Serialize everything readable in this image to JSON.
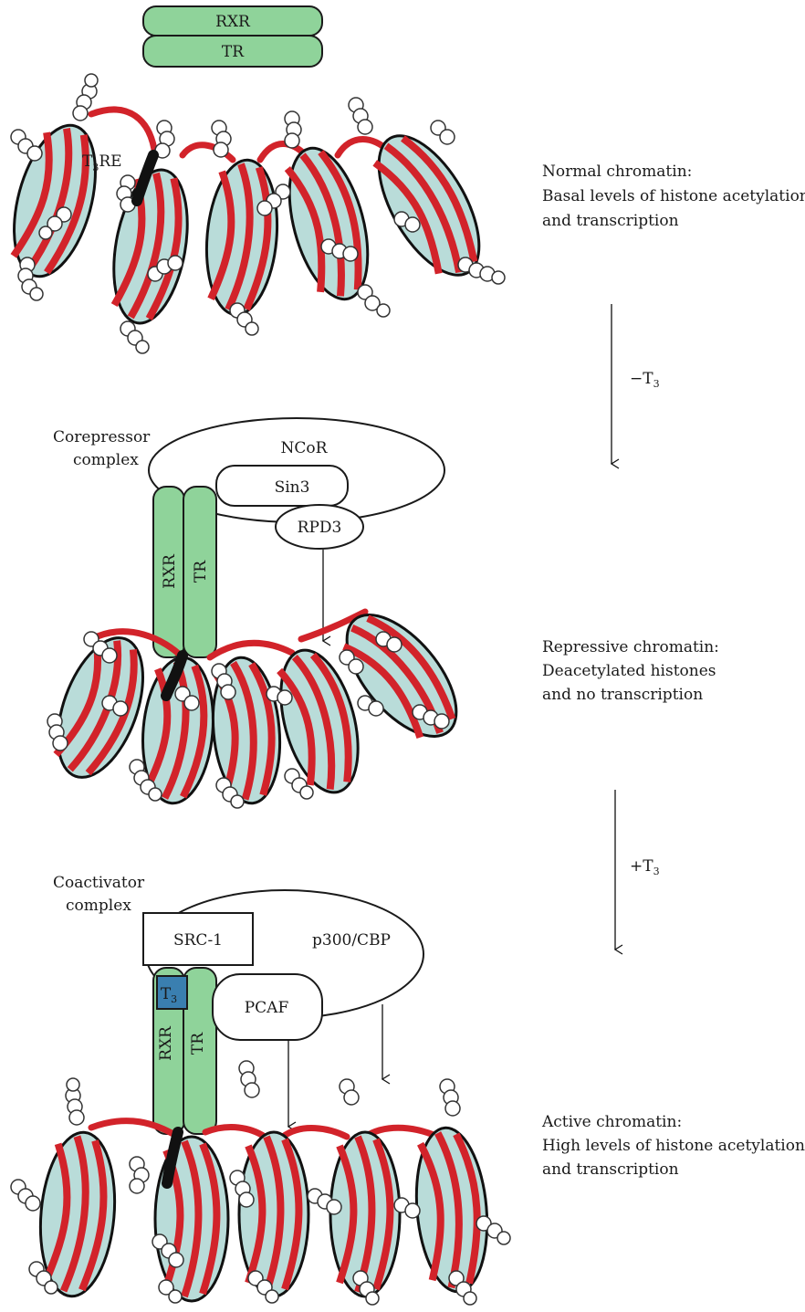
{
  "panel_normal": {
    "receptor_top": "RXR",
    "receptor_bottom": "TR",
    "element_label": "T",
    "element_sub": "3",
    "element_rest": "RE",
    "caption": [
      "Normal chromatin:",
      "Basal levels of histone acetylation",
      "and transcription"
    ]
  },
  "transition_minus": {
    "sign": "−T",
    "sub": "3"
  },
  "panel_repressive": {
    "complex_line1": "Corepressor",
    "complex_line2": "complex",
    "ncor": "NCoR",
    "sin3": "Sin3",
    "rpd3": "RPD3",
    "rxr": "RXR",
    "tr": "TR",
    "caption": [
      "Repressive chromatin:",
      "Deacetylated histones",
      "and no transcription"
    ]
  },
  "transition_plus": {
    "sign": "+T",
    "sub": "3"
  },
  "panel_active": {
    "complex_line1": "Coactivator",
    "complex_line2": "complex",
    "src1": "SRC-1",
    "p300": "p300/CBP",
    "pcaf": "PCAF",
    "t3": "T",
    "t3_sub": "3",
    "rxr": "RXR",
    "tr": "TR",
    "caption": [
      "Active chromatin:",
      "High levels of histone acetylation",
      "and transcription"
    ]
  },
  "colors": {
    "receptor_green": "#8fd39a",
    "dna_red": "#d2232a",
    "histone_teal": "#b9dcd9",
    "t3_blue": "#3a7fb0",
    "tre_black": "#111111"
  }
}
